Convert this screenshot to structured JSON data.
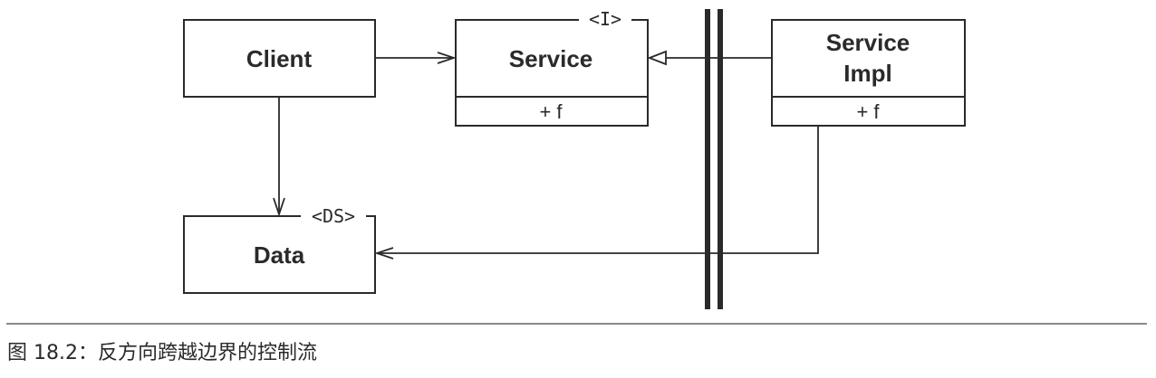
{
  "diagram": {
    "client": {
      "name": "Client"
    },
    "service": {
      "name": "Service",
      "stereotype": "<I>",
      "attribute": "+ f"
    },
    "service_impl": {
      "name_line1": "Service",
      "name_line2": "Impl",
      "attribute": "+ f"
    },
    "data": {
      "name": "Data",
      "stereotype": "<DS>"
    }
  },
  "caption": "图 18.2：反方向跨越边界的控制流"
}
